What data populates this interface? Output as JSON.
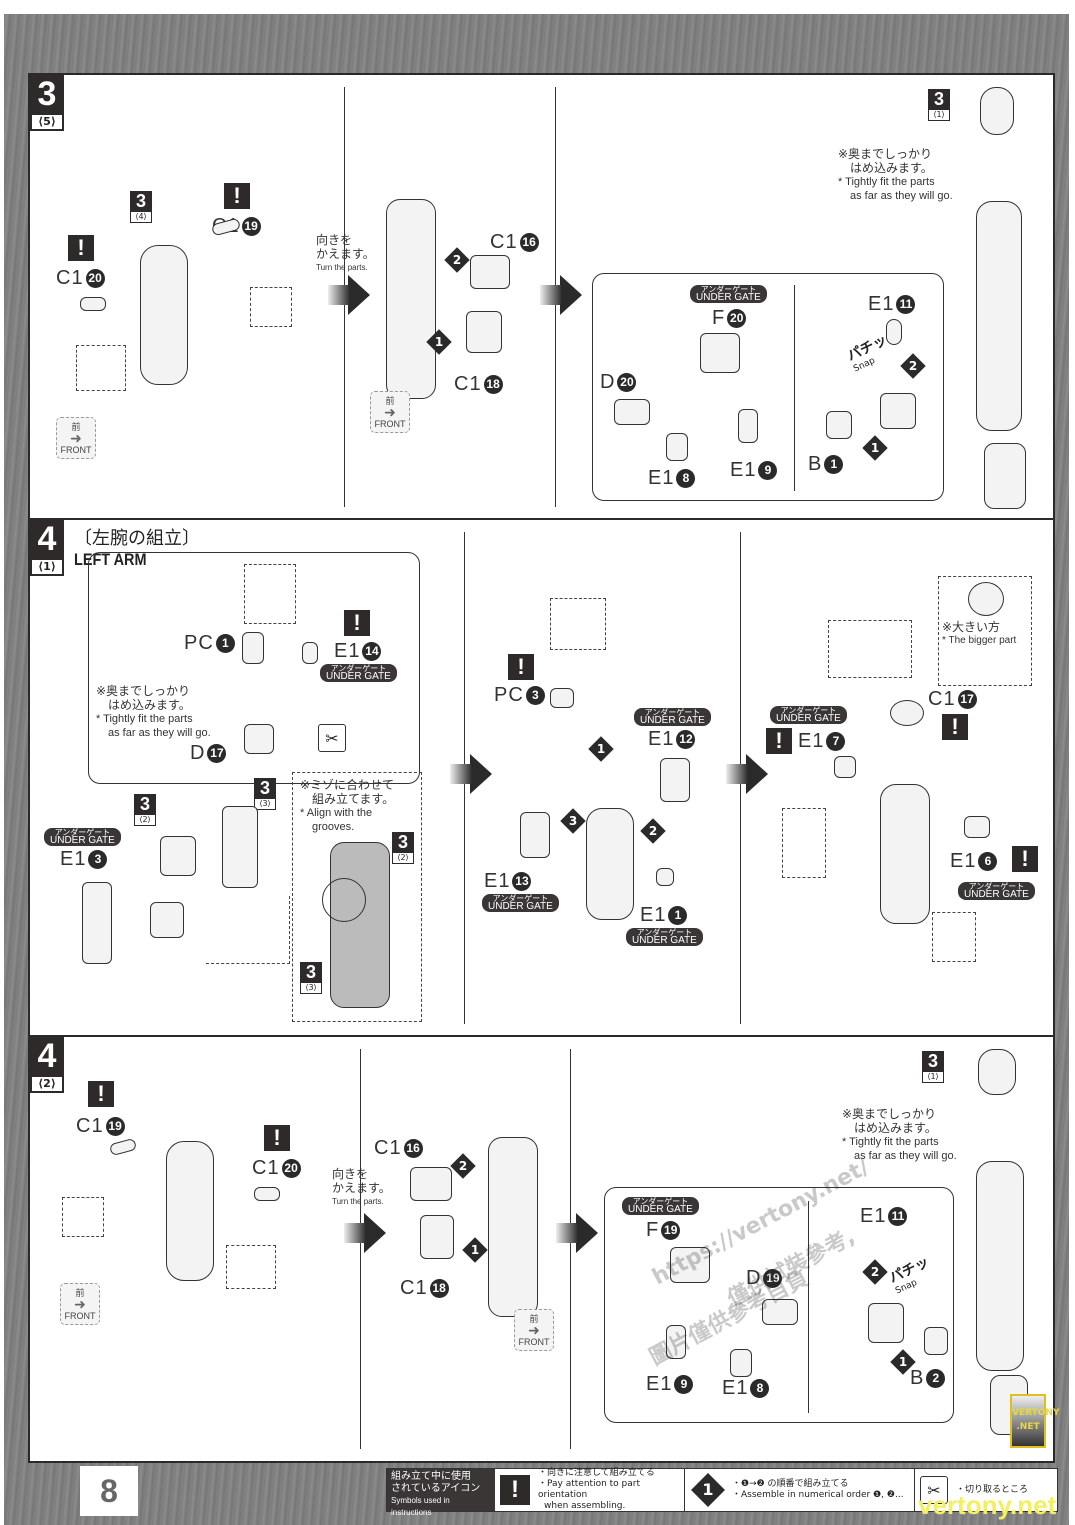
{
  "page_number": "8",
  "common": {
    "under_gate_jp": "アンダーゲート",
    "under_gate_en": "UNDER GATE",
    "front_jp": "前",
    "front_en": "FRONT",
    "tight_fit_jp_1": "※奥までしっかり",
    "tight_fit_jp_2": "はめ込みます。",
    "tight_fit_en_1": "* Tightly fit the parts",
    "tight_fit_en_2": "as far as they will go.",
    "turn_jp_1": "向きを",
    "turn_jp_2": "かえます。",
    "turn_en": "Turn the parts.",
    "snap_jp": "パチッ",
    "snap_en": "Snap",
    "exclaim": "!"
  },
  "step_3_5": {
    "step": "3",
    "sub": "⟨5⟩",
    "ref_3_4": {
      "step": "3",
      "sub": "⟨4⟩"
    },
    "ref_3_1": {
      "step": "3",
      "sub": "⟨1⟩"
    },
    "parts": {
      "c1_19": {
        "gate": "C1",
        "num": "19"
      },
      "c1_20": {
        "gate": "C1",
        "num": "20"
      },
      "c1_16": {
        "gate": "C1",
        "num": "16"
      },
      "c1_18": {
        "gate": "C1",
        "num": "18"
      },
      "f_20": {
        "gate": "F",
        "num": "20"
      },
      "d_20": {
        "gate": "D",
        "num": "20"
      },
      "e1_8": {
        "gate": "E1",
        "num": "8"
      },
      "e1_9": {
        "gate": "E1",
        "num": "9"
      },
      "e1_11": {
        "gate": "E1",
        "num": "11"
      },
      "b_1": {
        "gate": "B",
        "num": "1"
      }
    },
    "order": [
      "1",
      "2"
    ]
  },
  "step_4_1": {
    "step": "4",
    "sub": "⟨1⟩",
    "title_jp": "〔左腕の組立〕",
    "title_en": "LEFT ARM",
    "ref_3_2": {
      "step": "3",
      "sub": "⟨2⟩"
    },
    "ref_3_3": {
      "step": "3",
      "sub": "⟨3⟩"
    },
    "groove_note_jp_1": "※ミゾに合わせて",
    "groove_note_jp_2": "組み立てます。",
    "groove_note_en_1": "* Align with the",
    "groove_note_en_2": "grooves.",
    "bigger_part_jp": "※大きい方",
    "bigger_part_en": "* The bigger part",
    "parts": {
      "pc_1": {
        "gate": "PC",
        "num": "1"
      },
      "e1_14": {
        "gate": "E1",
        "num": "14"
      },
      "d_17": {
        "gate": "D",
        "num": "17"
      },
      "e1_3": {
        "gate": "E1",
        "num": "3"
      },
      "pc_3": {
        "gate": "PC",
        "num": "3"
      },
      "e1_12": {
        "gate": "E1",
        "num": "12"
      },
      "e1_13": {
        "gate": "E1",
        "num": "13"
      },
      "e1_1": {
        "gate": "E1",
        "num": "1"
      },
      "e1_7": {
        "gate": "E1",
        "num": "7"
      },
      "c1_17": {
        "gate": "C1",
        "num": "17"
      },
      "e1_6": {
        "gate": "E1",
        "num": "6"
      }
    },
    "order": [
      "1",
      "2",
      "3"
    ]
  },
  "step_4_2": {
    "step": "4",
    "sub": "⟨2⟩",
    "ref_3_1": {
      "step": "3",
      "sub": "⟨1⟩"
    },
    "parts": {
      "c1_19": {
        "gate": "C1",
        "num": "19"
      },
      "c1_20": {
        "gate": "C1",
        "num": "20"
      },
      "c1_16": {
        "gate": "C1",
        "num": "16"
      },
      "c1_18": {
        "gate": "C1",
        "num": "18"
      },
      "f_19": {
        "gate": "F",
        "num": "19"
      },
      "d_19": {
        "gate": "D",
        "num": "19"
      },
      "e1_9": {
        "gate": "E1",
        "num": "9"
      },
      "e1_8": {
        "gate": "E1",
        "num": "8"
      },
      "e1_11": {
        "gate": "E1",
        "num": "11"
      },
      "b_2": {
        "gate": "B",
        "num": "2"
      }
    },
    "order": [
      "1",
      "2"
    ]
  },
  "legend": {
    "title_jp_1": "組み立て中に使用",
    "title_jp_2": "されているアイコン",
    "title_en": "Symbols used in instructions",
    "orientation_jp": "・向きに注意して組み立てる",
    "orientation_en_1": "・Pay attention to part orientation",
    "orientation_en_2": "when assembling.",
    "order_icon": "1",
    "order_jp": "・❶→❷ の順番で組み立てる",
    "order_en": "・Assemble in numerical order ❶, ❷...",
    "cut_jp": "・切り取るところ"
  },
  "watermarks": {
    "url": "https://vertony.net/",
    "cn_1": "僅供試裝參考,",
    "cn_2": "圖片僅供參考自負",
    "badge_1": "VERTONY",
    "badge_2": ".NET",
    "footer": "vertony.net"
  }
}
